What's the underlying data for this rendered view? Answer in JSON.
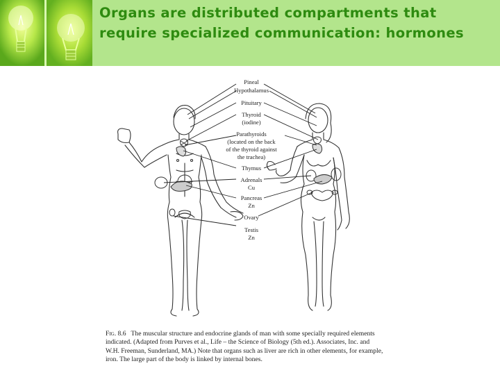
{
  "slide": {
    "title": "Organs are distributed compartments that require specialized communication: hormones",
    "colors": {
      "header_bg": "#b3e58c",
      "title_text": "#2e8b10",
      "bulb_bg": "#6bbf22"
    }
  },
  "figure": {
    "labels": {
      "pineal": "Pineal",
      "hypothalamus": "Hypothalamus",
      "pituitary": "Pituitary",
      "thyroid": "Thyroid",
      "thyroid_note": "(iodine)",
      "parathyroids": "Parathyroids",
      "parathyroids_note_1": "(located on the back",
      "parathyroids_note_2": "of the thyroid against",
      "parathyroids_note_3": "the trachea)",
      "thymus": "Thymus",
      "adrenals": "Adrenals",
      "adrenals_element": "Cu",
      "pancreas": "Pancreas",
      "pancreas_element": "Zn",
      "ovary": "Ovary",
      "testis": "Testis",
      "testis_element": "Zn"
    },
    "caption": {
      "number": "Fig. 8.6",
      "text": "The muscular structure and endocrine glands of man with some specially required elements indicated. (Adapted from Purves et al., Life – the Science of Biology (5th ed.). Associates, Inc. and W.H. Freeman, Sunderland, MA.) Note that organs such as liver are rich in other elements, for example, iron. The large part of the body is linked by internal bones."
    }
  }
}
